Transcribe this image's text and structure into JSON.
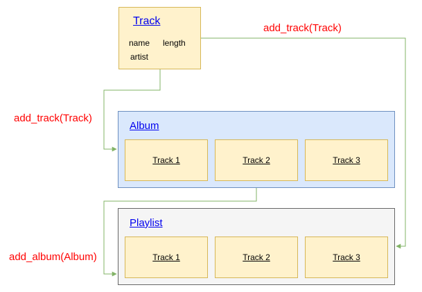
{
  "track_node": {
    "title": "Track",
    "attributes": [
      "name",
      "length",
      "artist"
    ]
  },
  "album": {
    "title": "Album",
    "tracks": [
      "Track 1",
      "Track 2",
      "Track 3"
    ]
  },
  "playlist": {
    "title": "Playlist",
    "tracks": [
      "Track 1",
      "Track 2",
      "Track 3"
    ]
  },
  "edges": [
    {
      "from": "Track",
      "to": "Playlist",
      "label": "add_track(Track)"
    },
    {
      "from": "Track",
      "to": "Album",
      "label": "add_track(Track)"
    },
    {
      "from": "Album",
      "to": "Playlist",
      "label": "add_album(Album)"
    }
  ],
  "colors": {
    "edge": "#82b366",
    "edge_label": "#ff0000",
    "track_fill": "#fff2cc",
    "album_fill": "#dae8fc",
    "playlist_fill": "#f5f5f5"
  }
}
